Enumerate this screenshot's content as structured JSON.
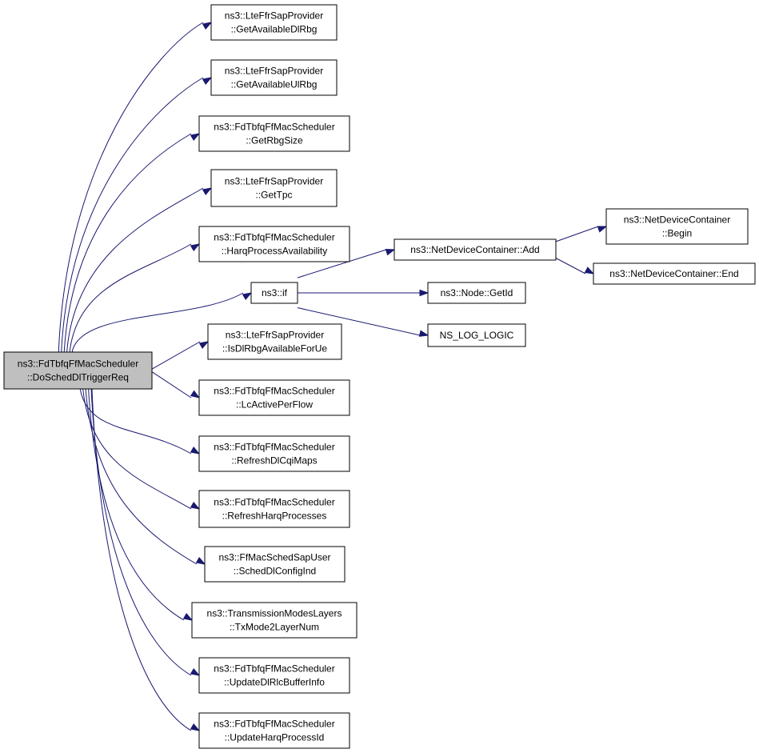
{
  "root": {
    "id": "n0",
    "lines": [
      "ns3::FdTbfqFfMacScheduler",
      "::DoSchedDlTriggerReq"
    ]
  },
  "nodes": [
    {
      "id": "n1",
      "lines": [
        "ns3::LteFfrSapProvider",
        "::GetAvailableDlRbg"
      ]
    },
    {
      "id": "n2",
      "lines": [
        "ns3::LteFfrSapProvider",
        "::GetAvailableUlRbg"
      ]
    },
    {
      "id": "n3",
      "lines": [
        "ns3::FdTbfqFfMacScheduler",
        "::GetRbgSize"
      ]
    },
    {
      "id": "n4",
      "lines": [
        "ns3::LteFfrSapProvider",
        "::GetTpc"
      ]
    },
    {
      "id": "n5",
      "lines": [
        "ns3::FdTbfqFfMacScheduler",
        "::HarqProcessAvailability"
      ]
    },
    {
      "id": "n6",
      "lines": [
        "ns3::if"
      ]
    },
    {
      "id": "n7",
      "lines": [
        "ns3::LteFfrSapProvider",
        "::IsDlRbgAvailableForUe"
      ]
    },
    {
      "id": "n8",
      "lines": [
        "ns3::FdTbfqFfMacScheduler",
        "::LcActivePerFlow"
      ]
    },
    {
      "id": "n9",
      "lines": [
        "ns3::FdTbfqFfMacScheduler",
        "::RefreshDlCqiMaps"
      ]
    },
    {
      "id": "n10",
      "lines": [
        "ns3::FdTbfqFfMacScheduler",
        "::RefreshHarqProcesses"
      ]
    },
    {
      "id": "n11",
      "lines": [
        "ns3::FfMacSchedSapUser",
        "::SchedDlConfigInd"
      ]
    },
    {
      "id": "n12",
      "lines": [
        "ns3::TransmissionModesLayers",
        "::TxMode2LayerNum"
      ]
    },
    {
      "id": "n13",
      "lines": [
        "ns3::FdTbfqFfMacScheduler",
        "::UpdateDlRlcBufferInfo"
      ]
    },
    {
      "id": "n14",
      "lines": [
        "ns3::FdTbfqFfMacScheduler",
        "::UpdateHarqProcessId"
      ]
    },
    {
      "id": "n15",
      "lines": [
        "ns3::NetDeviceContainer::Add"
      ]
    },
    {
      "id": "n16",
      "lines": [
        "ns3::Node::GetId"
      ]
    },
    {
      "id": "n17",
      "lines": [
        "NS_LOG_LOGIC"
      ]
    },
    {
      "id": "n18",
      "lines": [
        "ns3::NetDeviceContainer",
        "::Begin"
      ]
    },
    {
      "id": "n19",
      "lines": [
        "ns3::NetDeviceContainer::End"
      ]
    }
  ],
  "edges": [
    [
      "n0",
      "n1"
    ],
    [
      "n0",
      "n2"
    ],
    [
      "n0",
      "n3"
    ],
    [
      "n0",
      "n4"
    ],
    [
      "n0",
      "n5"
    ],
    [
      "n0",
      "n6"
    ],
    [
      "n0",
      "n7"
    ],
    [
      "n0",
      "n8"
    ],
    [
      "n0",
      "n9"
    ],
    [
      "n0",
      "n10"
    ],
    [
      "n0",
      "n11"
    ],
    [
      "n0",
      "n12"
    ],
    [
      "n0",
      "n13"
    ],
    [
      "n0",
      "n14"
    ],
    [
      "n6",
      "n15"
    ],
    [
      "n6",
      "n16"
    ],
    [
      "n6",
      "n17"
    ],
    [
      "n15",
      "n18"
    ],
    [
      "n15",
      "n19"
    ]
  ],
  "colors": {
    "edge": "#191970",
    "root_fill": "#bfbfbf",
    "node_fill": "#ffffff",
    "border": "#000000"
  }
}
